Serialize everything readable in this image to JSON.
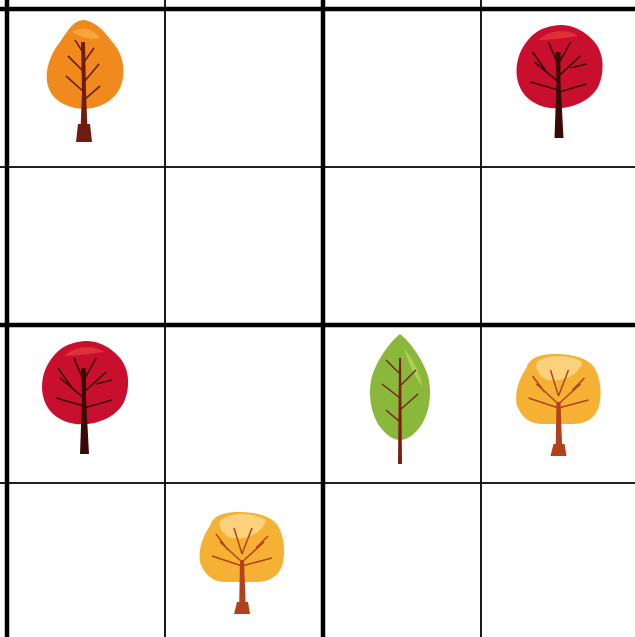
{
  "puzzle": {
    "grid_size": 4,
    "box_size": 2,
    "symbols": {
      "orange-tree": "#f08a1c",
      "red-tree": "#c8102e",
      "green-tree": "#8ab83a",
      "yellow-tree": "#f5b134"
    },
    "trunk_color": "#6e1c10",
    "cells": [
      [
        "orange-tree",
        "",
        "",
        "red-tree"
      ],
      [
        "",
        "",
        "",
        ""
      ],
      [
        "red-tree",
        "",
        "green-tree",
        "yellow-tree"
      ],
      [
        "",
        "yellow-tree",
        "",
        ""
      ]
    ]
  }
}
